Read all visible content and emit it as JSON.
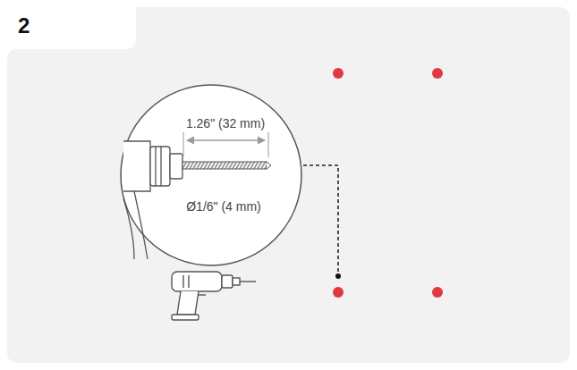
{
  "diagram": {
    "labels": [
      "2",
      "1.26\" (32 mm)",
      "Ø1/6\" (4 mm)"
    ]
  }
}
